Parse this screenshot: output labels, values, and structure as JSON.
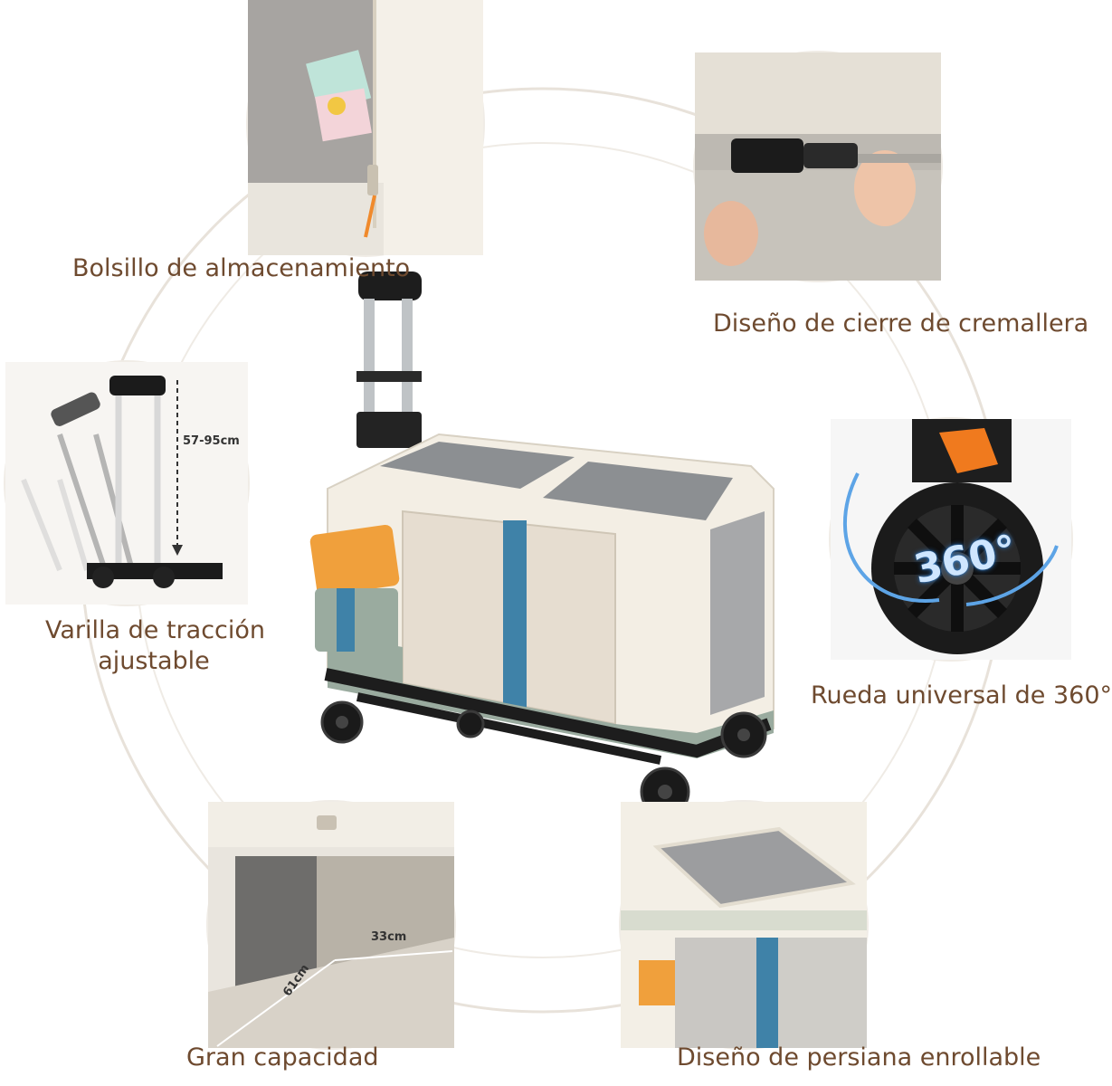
{
  "features": {
    "storage_pocket": "Bolsillo de almacenamiento",
    "zipper_design": "Diseño de cierre de cremallera",
    "handle_line1": "Varilla de tracción",
    "handle_line2": "ajustable",
    "wheel": "Rueda universal de 360°",
    "capacity": "Gran capacidad",
    "roll_blind": "Diseño de persiana enrollable"
  },
  "annotations": {
    "handle_height": "57-95cm",
    "wheel_rotation": "360°",
    "capacity_width": "33cm",
    "capacity_length": "61cm"
  },
  "colors": {
    "caption_text": "#6e4a2f",
    "ring": "#e8e2da",
    "carrier_body": "#f3eee4",
    "carrier_base": "#9aab9f",
    "accent_blue": "#3f82a8",
    "accent_orange": "#f0a03c",
    "frame_black": "#1d1d1d"
  }
}
